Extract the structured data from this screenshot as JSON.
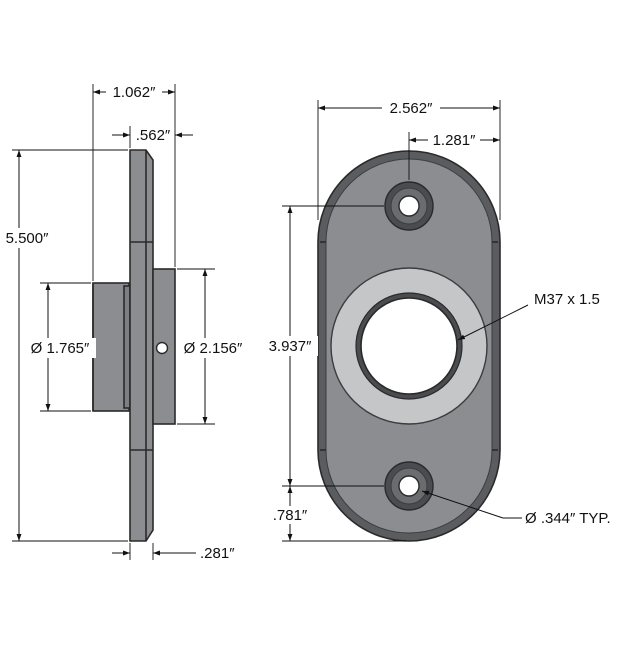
{
  "dimensions": {
    "overall_depth": "1.062″",
    "flange_thickness": ".562″",
    "overall_height": "5.500″",
    "boss_diameter_back": "Ø 1.765″",
    "boss_diameter_front": "Ø 2.156″",
    "plate_thickness": ".281″",
    "overall_width": "2.562″",
    "half_width": "1.281″",
    "hole_spacing": "3.937″",
    "hole_edge_distance": ".781″",
    "thread_callout": "M37 x 1.5",
    "mount_hole": "Ø .344″ TYP."
  },
  "colors": {
    "body": "#8b8d90",
    "body_dark": "#6f7175",
    "rim": "#5a5c60",
    "ring": "#c4c6c8",
    "counterbore": "#4a4c50",
    "line": "#111111"
  }
}
